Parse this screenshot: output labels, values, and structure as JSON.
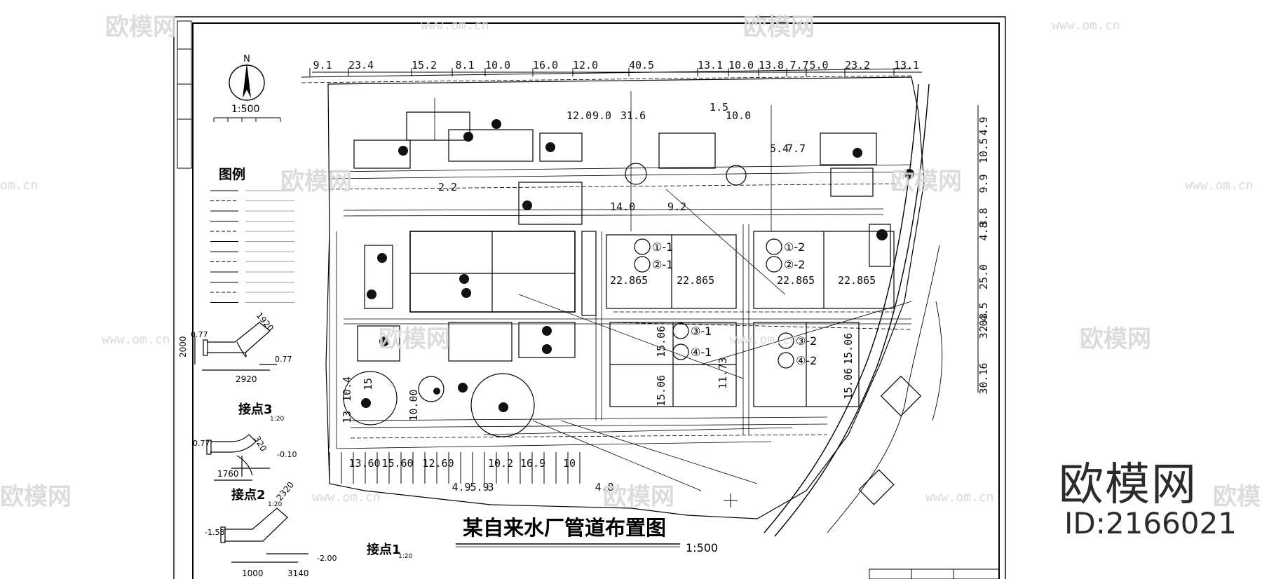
{
  "drawing": {
    "title": "某自来水厂管道布置图",
    "title_scale": "1:500",
    "north_label": "N",
    "north_scale": "1:500",
    "legend_title": "图例"
  },
  "top_dimensions": [
    "9.1",
    "23.4",
    "15.2",
    "8.1",
    "10.0",
    "16.0",
    "12.0",
    "40.5",
    "13.1",
    "10.0",
    "13.8",
    "7.7",
    "5.0",
    "23.2",
    "13.1"
  ],
  "right_dimensions": [
    "4.9",
    "10.5",
    "9.9",
    "3.8",
    "4.8",
    "25.0",
    "4.5",
    "2.3",
    "3.0",
    "30.16"
  ],
  "left_dimensions": [
    "10.4",
    "13",
    "15",
    "10.00"
  ],
  "bottom_dimensions": [
    "13.60",
    "15.60",
    "12.60",
    "10.2",
    "16.9",
    "10",
    "4.9",
    "5.9",
    "3",
    "4.8"
  ],
  "interior_labels": {
    "d1": "12.0",
    "d2": "9.0",
    "d3": "31.6",
    "d4": "10.0",
    "d5": "1.5",
    "d6": "5.4",
    "d7": "7.7",
    "d8": "14.0",
    "d9": "9.2",
    "d10": "22.865",
    "d11": "22.865",
    "d12": "22.865",
    "d13": "22.865",
    "d14": "2.2",
    "d15": "15.06",
    "d16": "15.06",
    "d17": "11.73",
    "d18": "15.06",
    "d19": "15.06"
  },
  "tank_labels": [
    "①-1",
    "②-1",
    "①-2",
    "②-2",
    "③-1",
    "④-1",
    "③-2",
    "④-2"
  ],
  "details": [
    {
      "name": "接点3",
      "scale": "1:20",
      "dims": [
        "0.77",
        "1920",
        "2000",
        "2920",
        "0.77"
      ]
    },
    {
      "name": "接点2",
      "scale": "1:20",
      "dims": [
        "0.77",
        "320",
        "1760",
        "-0.10"
      ]
    },
    {
      "name": "接点1",
      "scale": "1:20",
      "dims": [
        "-1.58",
        "2320",
        "-2.00",
        "1000",
        "3140"
      ]
    }
  ],
  "watermark": {
    "text": "欧模网",
    "url": "www.om.cn",
    "url_short": "om.cn",
    "id": "ID:2166021"
  }
}
